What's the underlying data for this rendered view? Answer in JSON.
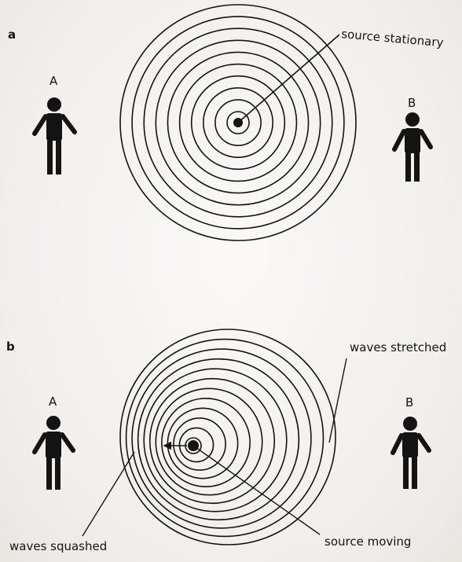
{
  "panels": [
    {
      "id": "a",
      "label": "a",
      "observer_left": "A",
      "observer_right": "B",
      "annotations": {
        "source": "source stationary"
      },
      "wavefront_count": 10
    },
    {
      "id": "b",
      "label": "b",
      "observer_left": "A",
      "observer_right": "B",
      "annotations": {
        "squashed": "waves squashed",
        "stretched": "waves stretched",
        "source": "source moving"
      },
      "wavefront_count": 12
    }
  ],
  "colors": {
    "ink": "#141414",
    "background": "#f3f1ee"
  }
}
